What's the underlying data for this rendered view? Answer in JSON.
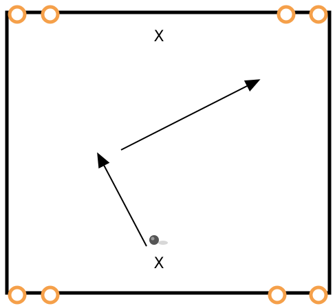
{
  "diagram": {
    "markers": {
      "top_player": "X",
      "bottom_player": "X"
    },
    "colors": {
      "field_line": "#000000",
      "cone": "#F5A04A",
      "arrow": "#000000",
      "ball": "#555555",
      "background": "#FFFFFF"
    },
    "cones": {
      "icon": "cone-icon",
      "count_top": 4,
      "count_bottom": 4
    },
    "ball": {
      "icon": "ball-icon"
    },
    "arrows": {
      "icon": "arrow-icon",
      "count": 2
    }
  }
}
